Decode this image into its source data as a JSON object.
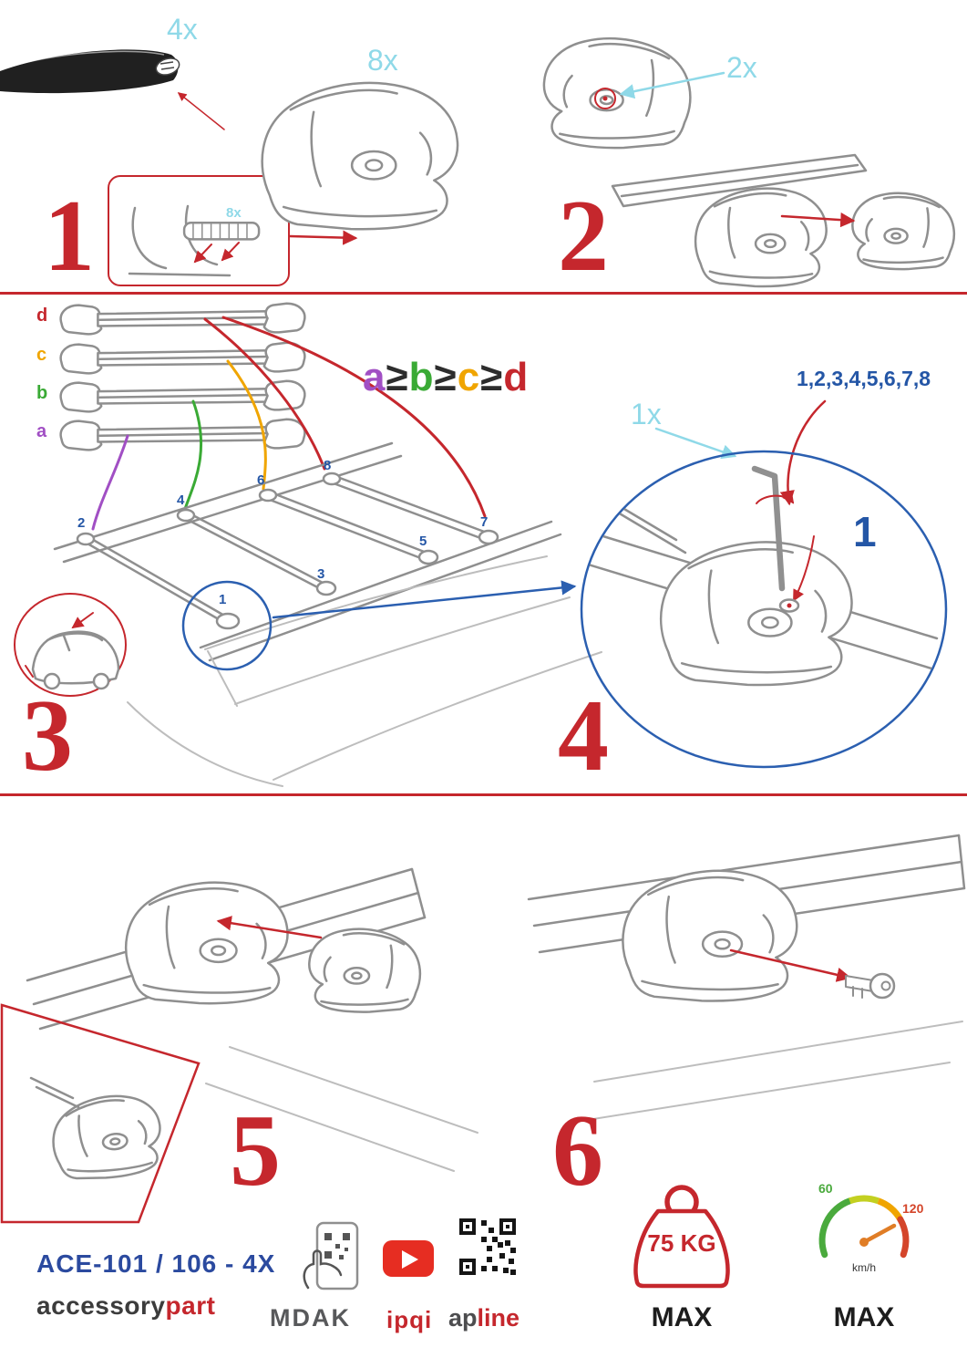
{
  "steps": {
    "s1": {
      "num": "1",
      "qty_bar": "4x",
      "qty_foot": "8x",
      "qty_pad": "8x"
    },
    "s2": {
      "num": "2",
      "qty": "2x"
    },
    "s3": {
      "num": "3",
      "bar_labels": [
        "d",
        "c",
        "b",
        "a"
      ],
      "formula": {
        "a": "a",
        "g1": "≥",
        "b": "b",
        "g2": "≥",
        "c": "c",
        "g3": "≥",
        "d": "d"
      },
      "positions": [
        "1",
        "2",
        "3",
        "4",
        "5",
        "6",
        "7",
        "8"
      ]
    },
    "s4": {
      "num": "4",
      "qty": "1x",
      "sequence": "1,2,3,4,5,6,7,8",
      "detail_num": "1"
    },
    "s5": {
      "num": "5"
    },
    "s6": {
      "num": "6"
    }
  },
  "footer": {
    "product_code": "ACE-101 / 106 - 4X",
    "brand": {
      "accessory": "accessory",
      "part": "part"
    },
    "logos": {
      "mdak": "MDAK",
      "ipqi": "ipqi",
      "ap": "ap",
      "line": "line"
    },
    "weight": {
      "value": "75 KG",
      "max": "MAX"
    },
    "speed": {
      "low": "60",
      "high": "120",
      "unit": "km/h",
      "max": "MAX"
    }
  },
  "icons": {
    "youtube": "play-button",
    "qr": "qr-code",
    "phone_scan": "phone-qr-scan",
    "weight": "max-load-weight",
    "speedometer": "max-speed-gauge"
  },
  "colors": {
    "red": "#c5272d",
    "cyan": "#8fd9e8",
    "blue": "#2456a6",
    "purple": "#a14fc4",
    "green": "#3aaa35",
    "orange": "#f0a500"
  }
}
